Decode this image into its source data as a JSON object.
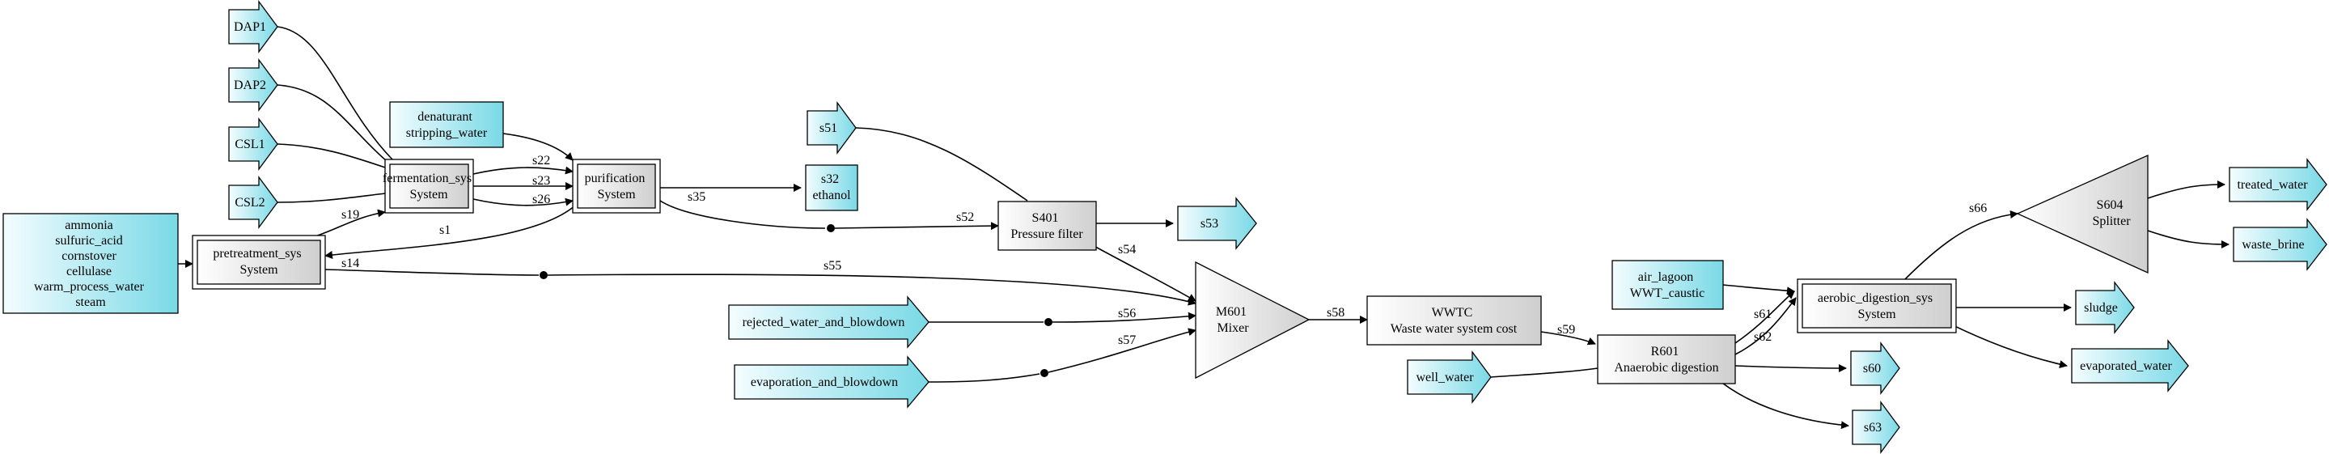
{
  "colors": {
    "feed_fill": "#79d9e6",
    "unit_fill_light": "#ffffff",
    "unit_fill_dark": "#cfcfcf",
    "stroke": "#000000"
  },
  "feeds": {
    "dap1": "DAP1",
    "dap2": "DAP2",
    "csl1": "CSL1",
    "csl2": "CSL2",
    "mix_feed": [
      "ammonia",
      "sulfuric_acid",
      "cornstover",
      "cellulase",
      "warm_process_water",
      "steam"
    ],
    "denaturant": [
      "denaturant",
      "stripping_water"
    ],
    "s51": "s51",
    "rejected": "rejected_water_and_blowdown",
    "evaporation": "evaporation_and_blowdown",
    "air_lagoon": [
      "air_lagoon",
      "WWT_caustic"
    ],
    "well_water": "well_water"
  },
  "products": {
    "s32": [
      "s32",
      "ethanol"
    ],
    "s53": "s53",
    "s60": "s60",
    "s63": "s63",
    "sludge": "sludge",
    "evaporated_water": "evaporated_water",
    "treated_water": "treated_water",
    "waste_brine": "waste_brine"
  },
  "units": {
    "pretreatment": [
      "pretreatment_sys",
      "System"
    ],
    "fermentation": [
      "fermentation_sys",
      "System"
    ],
    "purification": [
      "purification",
      "System"
    ],
    "s401": [
      "S401",
      "Pressure filter"
    ],
    "m601": [
      "M601",
      "Mixer"
    ],
    "wwtc": [
      "WWTC",
      "Waste water system cost"
    ],
    "r601": [
      "R601",
      "Anaerobic digestion"
    ],
    "aerobic": [
      "aerobic_digestion_sys",
      "System"
    ],
    "s604": [
      "S604",
      "Splitter"
    ]
  },
  "streams": {
    "s19": "s19",
    "s1": "s1",
    "s14": "s14",
    "s22": "s22",
    "s23": "s23",
    "s26": "s26",
    "s35": "s35",
    "s52": "s52",
    "s54": "s54",
    "s55": "s55",
    "s56": "s56",
    "s57": "s57",
    "s58": "s58",
    "s59": "s59",
    "s61": "s61",
    "s62": "s62",
    "s66": "s66"
  }
}
